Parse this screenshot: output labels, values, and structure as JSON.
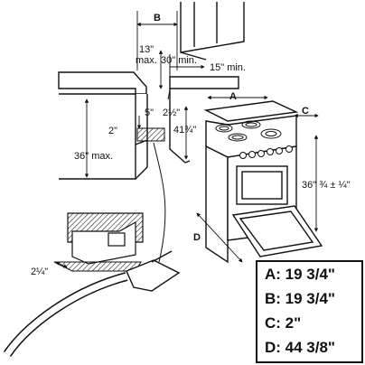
{
  "figure": {
    "labels": {
      "b": "B",
      "a": "A",
      "c": "C",
      "d": "D",
      "max13": "13\"",
      "max": "max.",
      "min30": "30\" min.",
      "min15": "15\" min.",
      "in5": "5\"",
      "in2half": "2½\"",
      "in2": "2\"",
      "in41": "41¾\"",
      "max36": "36\" max.",
      "dim36": "36\" ¾ ± ¼\"",
      "in2quarter": "2¼\""
    },
    "legend": [
      "A: 19 3/4\"",
      "B: 19 3/4\"",
      "C: 2\"",
      "D: 44 3/8\""
    ],
    "colors": {
      "line": "#111111",
      "hatch": "#222222",
      "background": "#ffffff"
    }
  }
}
